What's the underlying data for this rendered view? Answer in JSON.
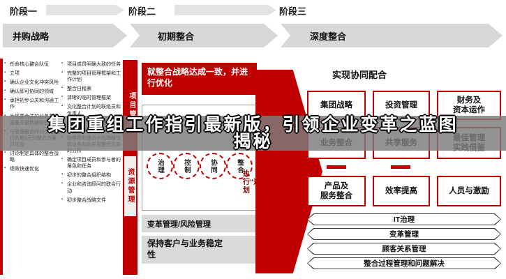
{
  "colors": {
    "accent_red": "#c00000",
    "arrow_gray": "#d8d8d8",
    "overlay_gray": "#7c7c7c"
  },
  "overlay": {
    "title": "集团重组工作指引最新版，引领企业变革之蓝图",
    "subtitle": "揭秘"
  },
  "phases": {
    "labels": [
      "阶段一",
      "阶段二",
      "阶段三"
    ],
    "strategies": [
      "并购战略",
      "初期整合",
      "深度整合"
    ]
  },
  "left_column": {
    "items": [
      "任命核心整合队伍",
      "立项",
      "确认企业文化冲突风险",
      "确认即可协同的领域",
      "承担初步公关和沟通工作",
      "为将要合并的业务条线准备关键数据和信息包",
      "与管理层合作分小组进行为期3天的整合方案讨论会",
      "讨论制定具体的整合战略",
      "绩效快速优化"
    ]
  },
  "middle_column": {
    "items": [
      "项目成员明确大致的任务",
      "完整的项目管理框架和工作计划",
      "整合日程表",
      "清晰的临时管理框架",
      "文化整合计划的联络员和负责人",
      "理解合并相关的法律法规和劳动力情况",
      "能够帮助整合小组理解当前业务和合并后整合方向的分析",
      "确定项目成员和参与者的角色和任务",
      "初步的整合组织结构",
      "企业和咨询顾问的联合行动",
      "初步整合战略文件"
    ]
  },
  "bars": {
    "project": "项目管理",
    "resource": "资源管理"
  },
  "central": {
    "alignment_box": "就整合战略达成一致，并进行优化",
    "circles": [
      "治理",
      "控制",
      "协同",
      "整合"
    ],
    "quick_win": "执行“速”计划",
    "change_box": "变革管理/风险管理",
    "stability_box": "保持客户与业务稳定性"
  },
  "right_panel": {
    "title": "实现协同配合",
    "cells": [
      "集团战略",
      "投资管理",
      "财务及\n资本运作",
      "业务整合",
      "共享服务",
      "最佳管理\n实践借鉴",
      "产品及\n服务整合",
      "效率提高",
      "人员与激励"
    ],
    "banners": [
      "IT治理",
      "变革管理",
      "顾客关系管理",
      "整合过程管理和问题解决"
    ]
  }
}
